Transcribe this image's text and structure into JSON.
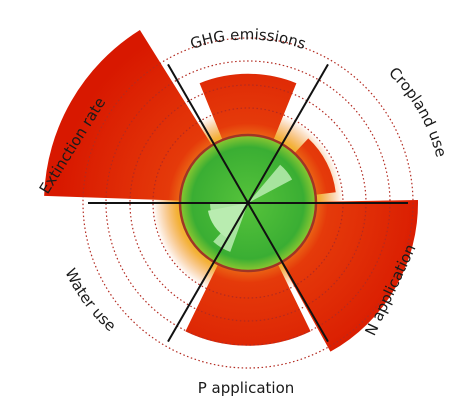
{
  "diagram": {
    "sectors": [
      {
        "key": "ghg",
        "label": "GHG emissions",
        "value": 1.9
      },
      {
        "key": "cropland",
        "label": "Cropland use",
        "value": 1.3
      },
      {
        "key": "n_application",
        "label": "N application",
        "value": 2.5
      },
      {
        "key": "p_application",
        "label": "P application",
        "value": 2.1
      },
      {
        "key": "water_use",
        "label": "Water use",
        "value": 0.6
      },
      {
        "key": "extinction_rate",
        "label": "Extinction rate",
        "value": 3.0
      }
    ],
    "colors": {
      "exceeded": "#e31d00",
      "safe": "#3db83a",
      "safe_light": "#b9ecb0",
      "boundary_circle": "#a03525",
      "dotted_rings": "#b32a20",
      "axes": "#111111"
    }
  }
}
